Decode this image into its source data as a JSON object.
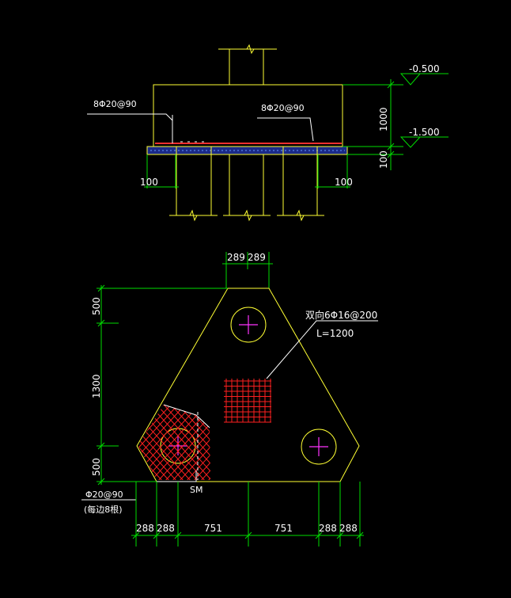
{
  "elevations": {
    "top": "-0.500",
    "bottom": "-1.500"
  },
  "section": {
    "rebar_left": "8Φ20@90",
    "rebar_right": "8Φ20@90",
    "dim_height": "1000",
    "dim_bottom": "100",
    "dim_left": "100",
    "dim_right": "100"
  },
  "plan": {
    "top_dims": [
      "289",
      "289"
    ],
    "left_dims": [
      "500",
      "1300",
      "500"
    ],
    "bottom_dims": [
      "288",
      "288",
      "751",
      "751",
      "288",
      "288"
    ],
    "note_line1": "双向6Φ16@200",
    "note_line2": "L=1200",
    "edge_rebar": "Φ20@90",
    "edge_rebar_note": "(每边8根)",
    "small_label": "SM"
  },
  "colors": {
    "background": "#000000",
    "outline": "#ffff33",
    "dimension": "#00dd00",
    "rebar": "#ff2020",
    "pile_cross": "#ff33ff",
    "text": "#ffffff"
  }
}
